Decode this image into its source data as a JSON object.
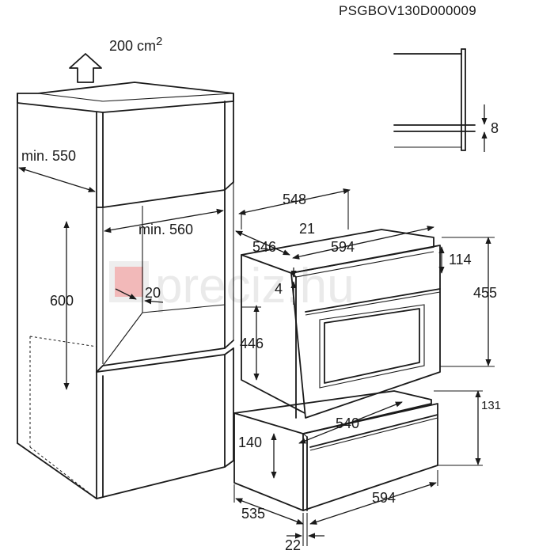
{
  "doc_code": "PSGBOV130D000009",
  "vent_area": "200 cm",
  "vent_sup": "2",
  "watermark": "preciz.hu",
  "cabinet": {
    "depth": "min. 550",
    "width": "min. 560",
    "height": "600",
    "gap": "20"
  },
  "oven": {
    "outer_depth": "548",
    "panel": "21",
    "body_depth": "546",
    "front_width": "594",
    "top": "114",
    "height_total": "455",
    "gap": "4",
    "body_height": "446"
  },
  "drawer": {
    "inner_width": "540",
    "height": "140",
    "height_right": "131",
    "depth": "535",
    "front_width": "594",
    "front_thickness": "22"
  },
  "detail": {
    "gap": "8"
  },
  "colors": {
    "line": "#1a1a1a",
    "highlight": "#f2b9b9",
    "watermark": "#d9d9d9"
  }
}
